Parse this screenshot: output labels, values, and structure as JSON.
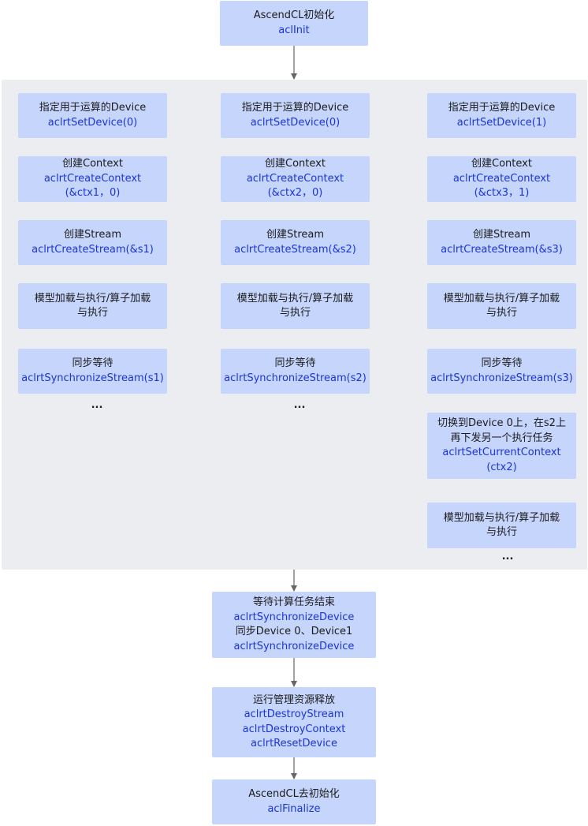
{
  "top": {
    "init": {
      "title": "AscendCL初始化",
      "api": "aclInit"
    }
  },
  "columns": [
    {
      "steps": [
        {
          "title": "指定用于运算的Device",
          "api": "aclrtSetDevice(0)"
        },
        {
          "title": "创建Context",
          "api": "aclrtCreateContext",
          "api2": "(&ctx1，0)"
        },
        {
          "title": "创建Stream",
          "api": "aclrtCreateStream(&s1)"
        },
        {
          "title": "模型加载与执行/算子加载",
          "title2": "与执行"
        },
        {
          "title": "同步等待",
          "api": "aclrtSynchronizeStream(s1)"
        }
      ],
      "ellipsis": "..."
    },
    {
      "steps": [
        {
          "title": "指定用于运算的Device",
          "api": "aclrtSetDevice(0)"
        },
        {
          "title": "创建Context",
          "api": "aclrtCreateContext",
          "api2": "(&ctx2，0)"
        },
        {
          "title": "创建Stream",
          "api": "aclrtCreateStream(&s2)"
        },
        {
          "title": "模型加载与执行/算子加载",
          "title2": "与执行"
        },
        {
          "title": "同步等待",
          "api": "aclrtSynchronizeStream(s2)"
        }
      ],
      "ellipsis": "..."
    },
    {
      "steps": [
        {
          "title": "指定用于运算的Device",
          "api": "aclrtSetDevice(1)"
        },
        {
          "title": "创建Context",
          "api": "aclrtCreateContext",
          "api2": "(&ctx3，1)"
        },
        {
          "title": "创建Stream",
          "api": "aclrtCreateStream(&s3)"
        },
        {
          "title": "模型加载与执行/算子加载",
          "title2": "与执行"
        },
        {
          "title": "同步等待",
          "api": "aclrtSynchronizeStream(s3)"
        },
        {
          "title": "切换到Device 0上，在s2上",
          "title2": "再下发另一个执行任务",
          "api": "aclrtSetCurrentContext",
          "api2": "(ctx2)"
        },
        {
          "title": "模型加载与执行/算子加载",
          "title2": "与执行"
        }
      ],
      "ellipsis": "..."
    }
  ],
  "bottom": {
    "sync": {
      "title": "等待计算任务结束",
      "api": "aclrtSynchronizeDevice",
      "title2": "同步Device 0、Device1",
      "api2": "aclrtSynchronizeDevice"
    },
    "release": {
      "title": "运行管理资源释放",
      "api": "aclrtDestroyStream",
      "api2": "aclrtDestroyContext",
      "api3": "aclrtResetDevice"
    },
    "finalize": {
      "title": "AscendCL去初始化",
      "api": "aclFinalize"
    }
  },
  "colors": {
    "box": "#c6d5fb",
    "panel": "#ebedf1",
    "api_text": "#1a35d8",
    "arrow": "#666666"
  }
}
